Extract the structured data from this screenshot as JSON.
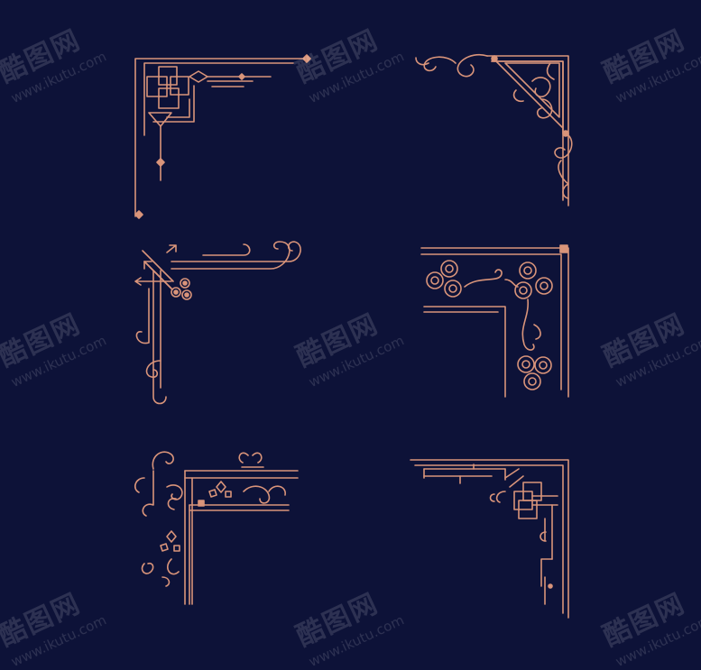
{
  "colors": {
    "background": "#0d1238",
    "ornament": "#d9947a",
    "ornament_light": "#f0b79c",
    "watermark": "#ffffff"
  },
  "watermark": {
    "logo_text": "酷图网",
    "url_text": "www.ikutu.com"
  },
  "ornaments": [
    {
      "id": "corner-1",
      "style": "geometric-lattice"
    },
    {
      "id": "corner-2",
      "style": "filigree-triangle"
    },
    {
      "id": "corner-3",
      "style": "arrows-and-swirls"
    },
    {
      "id": "corner-4",
      "style": "triple-circles"
    },
    {
      "id": "corner-5",
      "style": "floral-scroll"
    },
    {
      "id": "corner-6",
      "style": "maze-knot"
    }
  ]
}
